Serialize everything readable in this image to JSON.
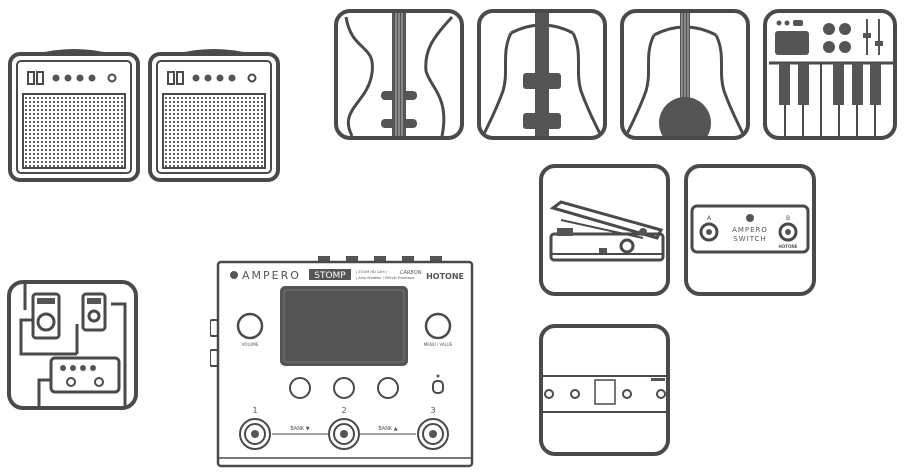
{
  "colors": {
    "stroke": "#4a4a4a",
    "fill": "#555555",
    "light": "#ffffff"
  },
  "icons": {
    "amp_left": "guitar-amp-icon",
    "amp_right": "guitar-amp-icon",
    "electric_guitar": "electric-guitar-icon",
    "bass_guitar": "bass-guitar-icon",
    "acoustic_guitar": "acoustic-guitar-icon",
    "keyboard": "midi-keyboard-icon",
    "pedalboard": "effects-pedals-icon",
    "expression_pedal": "expression-pedal-icon",
    "footswitch": "footswitch-icon",
    "rear_panel": "rear-panel-icon"
  },
  "device": {
    "brand": "AMPERO",
    "model": "STOMP",
    "maker": "HOTONE",
    "subtitle_line1": "| ZOOM HD Cam |",
    "subtitle_line2": "| Amp Modeler / Effects Processor",
    "badge": "CARBON",
    "knob_left_label": "VOLUME",
    "knob_right_label": "MENU / VALUE",
    "switches": [
      "1",
      "2",
      "3"
    ],
    "bank_down": "BANK ▼",
    "bank_up": "BANK ▲"
  },
  "footswitch": {
    "brand": "AMPERO",
    "model": "SWITCH",
    "a": "A",
    "b": "B",
    "maker": "HOTONE"
  }
}
